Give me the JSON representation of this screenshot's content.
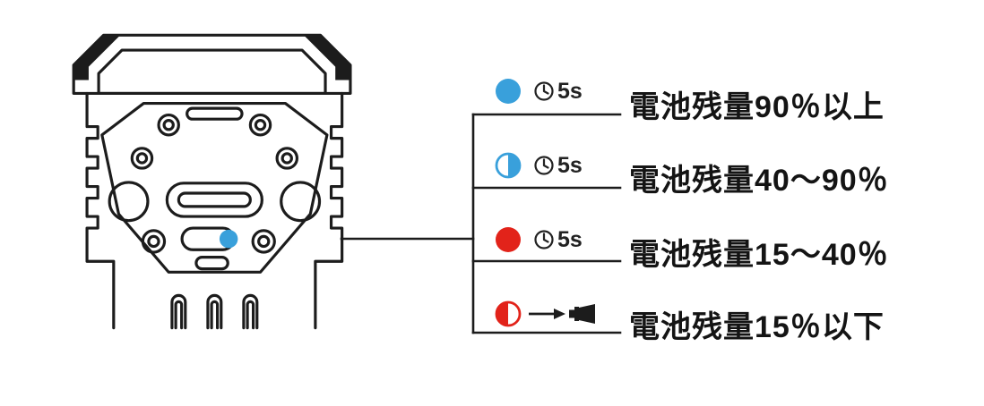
{
  "diagram": {
    "title": "battery-level-led-indication",
    "device": {
      "type": "wireless-transmitter-bottom-view",
      "led": {
        "name": "status-led",
        "color": "#39A0DB"
      },
      "features": [
        "usb-c-port",
        "led-window",
        "screws",
        "contact-pins",
        "mounting-clip"
      ]
    },
    "legend": {
      "rows": [
        {
          "indicator": "solid-blue-circle",
          "duration": "5s",
          "label": "電池残量90％以上"
        },
        {
          "indicator": "half-blue-circle",
          "duration": "5s",
          "label": "電池残量40〜90％"
        },
        {
          "indicator": "solid-red-circle",
          "duration": "5s",
          "label": "電池残量15〜40％"
        },
        {
          "indicator": "half-red-circle",
          "duration": "",
          "action": "connect-charger",
          "label": "電池残量15％以下"
        }
      ]
    },
    "colors": {
      "blue": "#39A0DB",
      "red": "#E2231A",
      "ink": "#1C1C1C",
      "background": "#FFFFFF"
    }
  }
}
